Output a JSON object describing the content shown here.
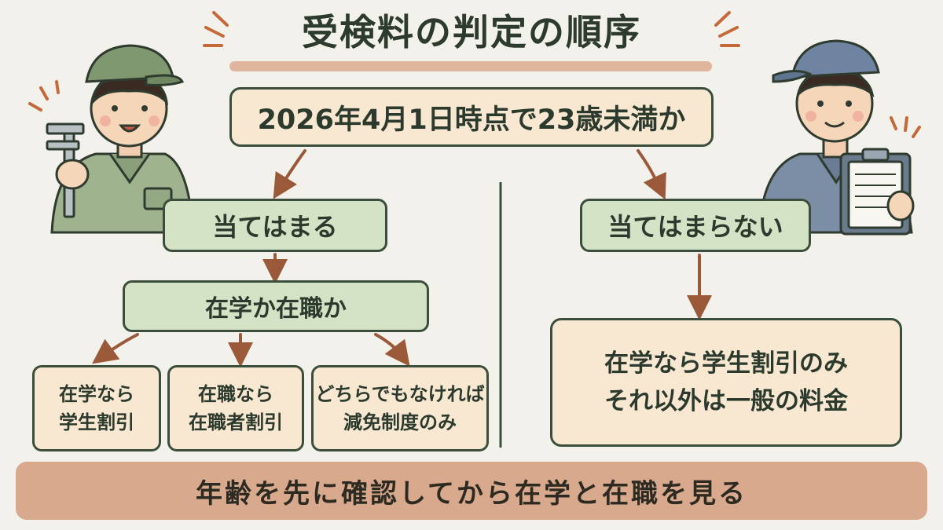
{
  "title": "受検料の判定の順序",
  "question_main": "2026年4月1日時点で23歳未満か",
  "branch_yes": "当てはまる",
  "branch_no": "当てはまらない",
  "question_sub": "在学か在職か",
  "leaves": [
    {
      "line1": "在学なら",
      "line2": "学生割引"
    },
    {
      "line1": "在職なら",
      "line2": "在職者割引"
    },
    {
      "line1": "どちらでもなければ",
      "line2": "減免制度のみ"
    }
  ],
  "right_result": {
    "line1": "在学なら学生割引のみ",
    "line2": "それ以外は一般の料金"
  },
  "footer": "年齢を先に確認してから在学と在職を見る",
  "colors": {
    "background": "#f3f1eb",
    "box_cream": "#f8e8d2",
    "box_green": "#d4e2c6",
    "border": "#3b4e3c",
    "arrow": "#9a5a3a",
    "footer_banner": "#d8a98c",
    "title_underline": "#e0b59d"
  },
  "illustrations": {
    "left": "worker-with-caliper-illustration",
    "right": "worker-with-clipboard-illustration"
  }
}
